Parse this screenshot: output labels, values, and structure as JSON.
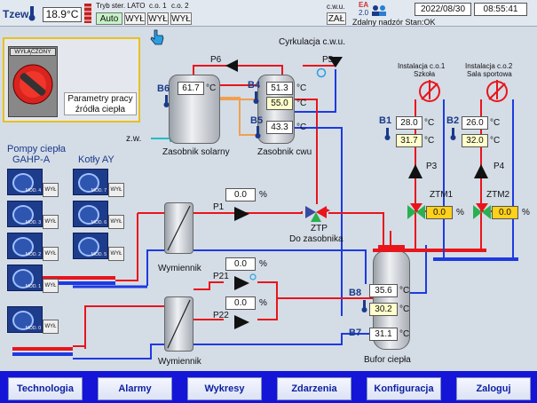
{
  "topbar": {
    "tzew_label": "Tzew",
    "tzew_value": "18.9°C",
    "tryb_text": "Tryb ster. LATO",
    "co1_label": "c.o. 1",
    "co2_label": "c.o. 2",
    "auto_label": "Auto",
    "wyl1": "WYŁ",
    "wyl2": "WYŁ",
    "wyl3": "WYŁ",
    "cwu_label": "c.w.u.",
    "zal_label": "ZAŁ",
    "ea_label": "EA",
    "ea_version": "2.0",
    "remote_text": "Zdalny nadzór Stan:OK",
    "date": "2022/08/30",
    "time": "08:55:41"
  },
  "switch_panel": {
    "switch_label": "WYŁĄCZONY",
    "params_text_1": "Parametry pracy",
    "params_text_2": "źródła ciepła"
  },
  "groups": {
    "pompy_1": "Pompy ciepła",
    "pompy_2": "GAHP-A",
    "kotly": "Kotły AY"
  },
  "heatpumps": [
    {
      "mode": "MOD. 4",
      "state": "WYŁ"
    },
    {
      "mode": "MOD. 3",
      "state": "WYŁ"
    },
    {
      "mode": "MOD. 2",
      "state": "WYŁ"
    },
    {
      "mode": "MOD. 1",
      "state": "WYŁ"
    },
    {
      "mode": "MOD. 0",
      "state": "WYŁ"
    }
  ],
  "boilers": [
    {
      "mode": "MOD. 7",
      "state": "WYŁ"
    },
    {
      "mode": "MOD. 6",
      "state": "WYŁ"
    },
    {
      "mode": "MOD. 5",
      "state": "WYŁ"
    }
  ],
  "solar": {
    "sensor": "B6",
    "value": "61.7",
    "unit": "°C",
    "label": "Zasobnik solarny",
    "zw": "z.w."
  },
  "cwu": {
    "sensor_top": "B4",
    "value_top": "51.3",
    "value_set": "55.0",
    "sensor_bottom": "B5",
    "value_bottom": "43.3",
    "unit": "°C",
    "label": "Zasobnik cwu",
    "circ_label": "Cyrkulacja c.w.u.",
    "p5": "P5",
    "p6": "P6"
  },
  "p1": {
    "label": "P1",
    "value": "0.0",
    "unit": "%"
  },
  "ztp": {
    "label": "ZTP",
    "sub": "Do zasobnika"
  },
  "wymiennik1": "Wymiennik",
  "wymiennik2": "Wymiennik",
  "p21": {
    "label": "P21",
    "value": "0.0",
    "unit": "%",
    "top_value": "0.0",
    "top_unit": "%"
  },
  "p22": {
    "label": "P22",
    "value": "0.0",
    "unit": "%"
  },
  "bufor": {
    "sensor_top": "B8",
    "value_top": "35.6",
    "value_set": "30.2",
    "sensor_bottom": "B7",
    "value_bottom": "31.1",
    "unit": "°C",
    "label": "Bufor ciepła"
  },
  "co1": {
    "title_1": "Instalacja c.o.1",
    "title_2": "Szkoła",
    "sensor": "B1",
    "value": "28.0",
    "value_set": "31.7",
    "unit": "°C",
    "pump": "P3",
    "ztm": "ZTM1",
    "ztm_value": "0.0",
    "ztm_unit": "%"
  },
  "co2": {
    "title_1": "Instalacja c.o.2",
    "title_2": "Sala sportowa",
    "sensor": "B2",
    "value": "26.0",
    "value_set": "32.0",
    "unit": "°C",
    "pump": "P4",
    "ztm": "ZTM2",
    "ztm_value": "0.0",
    "ztm_unit": "%"
  },
  "nav": {
    "technologia": "Technologia",
    "alarmy": "Alarmy",
    "wykresy": "Wykresy",
    "zdarzenia": "Zdarzenia",
    "konfiguracja": "Konfiguracja",
    "zaloguj": "Zaloguj"
  },
  "colors": {
    "hot": "#e8151b",
    "cold": "#1d3ae0",
    "accent_yellow": "#ffd11a"
  }
}
